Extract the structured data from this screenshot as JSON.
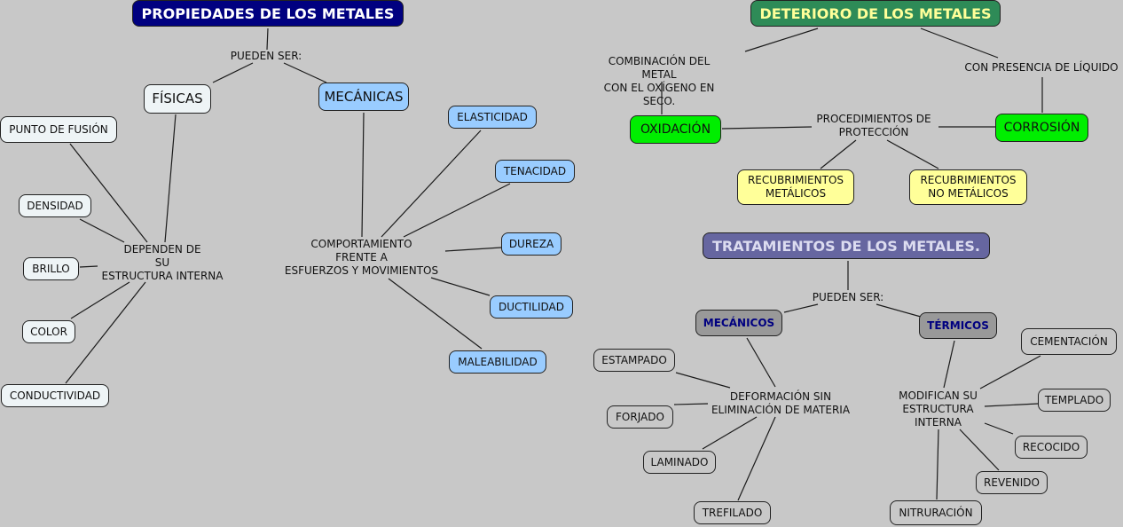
{
  "propiedades": {
    "title": "PROPIEDADES DE LOS METALES",
    "pueden_ser": "PUEDEN SER:",
    "fisicas": {
      "label": "FÍSICAS",
      "depend": "DEPENDEN DE\nSU\nESTRUCTURA INTERNA",
      "items": [
        "PUNTO DE FUSIÓN",
        "DENSIDAD",
        "BRILLO",
        "COLOR",
        "CONDUCTIVIDAD"
      ]
    },
    "mecanicas": {
      "label": "MECÁNICAS",
      "behaviour": "COMPORTAMIENTO\nFRENTE A\nESFUERZOS Y MOVIMIENTOS",
      "items": [
        "ELASTICIDAD",
        "TENACIDAD",
        "DUREZA",
        "DUCTILIDAD",
        "MALEABILIDAD"
      ]
    }
  },
  "deterioro": {
    "title": "DETERIORO DE LOS METALES",
    "combinacion": "COMBINACIÓN DEL METAL\nCON EL OXÍGENO EN SECO.",
    "liquido": "CON PRESENCIA DE LÍQUIDO",
    "oxidacion": "OXIDACIÓN",
    "corrosion": "CORROSIÓN",
    "procedimientos": "PROCEDIMIENTOS DE\nPROTECCIÓN",
    "recub_metalicos": "RECUBRIMIENTOS\nMETÁLICOS",
    "recub_no_metalicos": "RECUBRIMIENTOS\nNO METÁLICOS"
  },
  "tratamientos": {
    "title": "TRATAMIENTOS DE LOS METALES.",
    "pueden_ser": "PUEDEN SER:",
    "mecanicos": {
      "label": "MECÁNICOS",
      "desc": "DEFORMACIÓN SIN\nELIMINACIÓN DE MATERIA",
      "items": [
        "ESTAMPADO",
        "FORJADO",
        "LAMINADO",
        "TREFILADO"
      ]
    },
    "termicos": {
      "label": "TÉRMICOS",
      "desc": "MODIFICAN SU\nESTRUCTURA\nINTERNA",
      "items": [
        "CEMENTACIÓN",
        "TEMPLADO",
        "RECOCIDO",
        "REVENIDO",
        "NITRURACIÓN"
      ]
    }
  },
  "colors": {
    "background": "#c8c8c8",
    "propiedades_title": "#000080",
    "deterioro_title": "#2e8b57",
    "tratamientos_title": "#6666a0",
    "mecanicas_nodes": "#99ccff",
    "fisicas_nodes": "#eef4f6",
    "deterioro_types": "#00ee00",
    "recubrimientos": "#ffff99",
    "tratamientos_types": "#999999"
  }
}
